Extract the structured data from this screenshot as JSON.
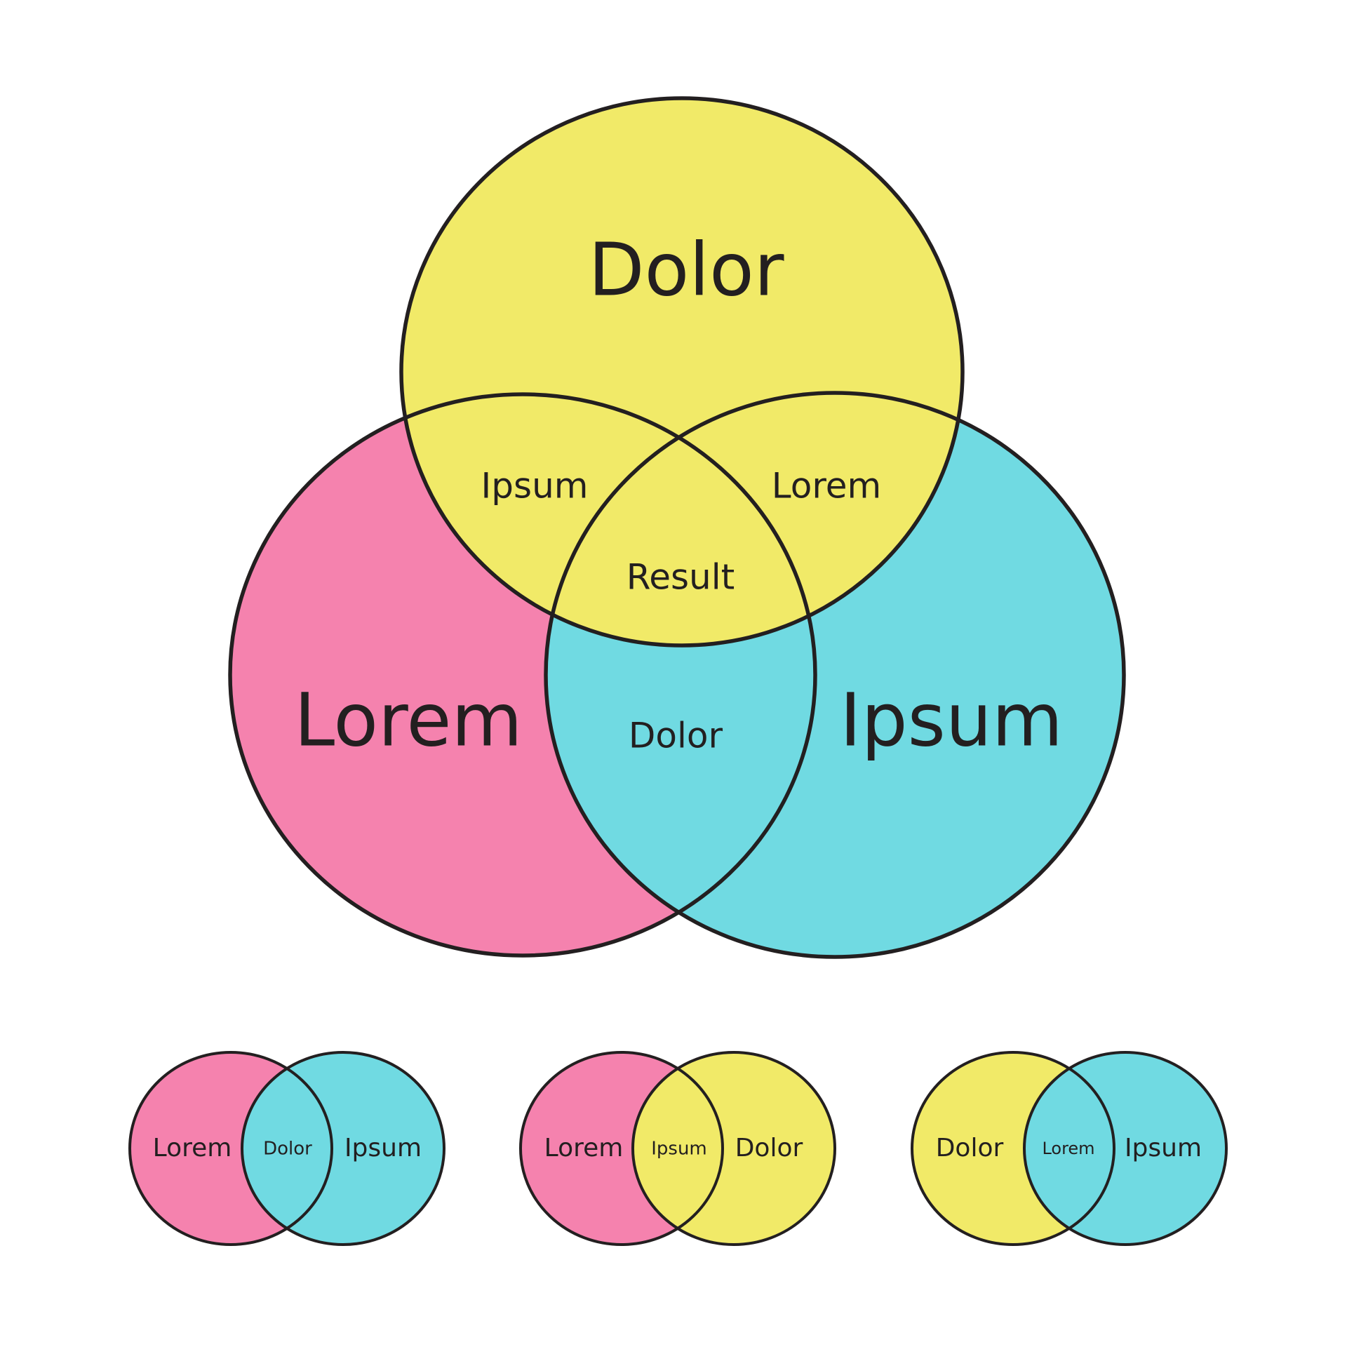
{
  "colors": {
    "pink": "#f582ae",
    "cyan": "#70dae2",
    "yellow": "#f1ea68",
    "stroke": "#231f20",
    "background": "#ffffff"
  },
  "main_venn": {
    "top_label": "Dolor",
    "left_label": "Lorem",
    "right_label": "Ipsum",
    "top_left_overlap": "Ipsum",
    "top_right_overlap": "Lorem",
    "bottom_overlap": "Dolor",
    "center": "Result"
  },
  "small_venns": [
    {
      "left": "Lorem",
      "overlap": "Dolor",
      "right": "Ipsum"
    },
    {
      "left": "Lorem",
      "overlap": "Ipsum",
      "right": "Dolor"
    },
    {
      "left": "Dolor",
      "overlap": "Lorem",
      "right": "Ipsum"
    }
  ]
}
